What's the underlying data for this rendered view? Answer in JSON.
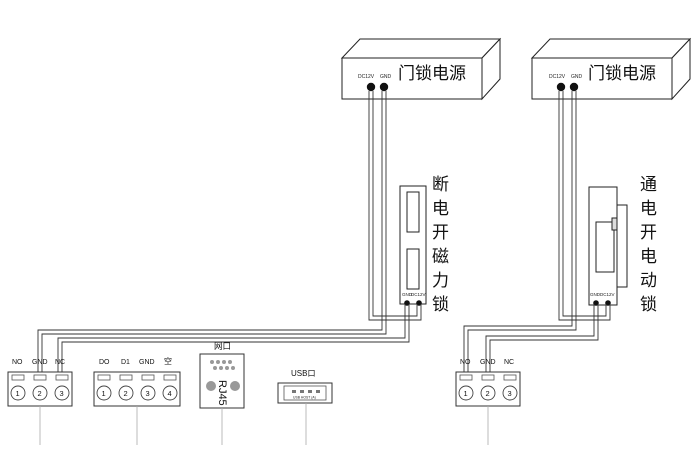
{
  "power_supply_left": {
    "title": "门锁电源",
    "pin_dc12v": "DC12V",
    "pin_gnd": "GND"
  },
  "power_supply_right": {
    "title": "门锁电源",
    "pin_dc12v": "DC12V",
    "pin_gnd": "GND"
  },
  "magnetic_lock": {
    "label_chars": [
      "断",
      "电",
      "开",
      "磁",
      "力",
      "锁"
    ],
    "pin_gnd": "GND",
    "pin_dc12v": "DC12V"
  },
  "electric_bolt_lock": {
    "label_chars": [
      "通",
      "电",
      "开",
      "电",
      "动",
      "锁"
    ],
    "pin_gnd": "GND",
    "pin_dc12v": "DC12V"
  },
  "relay_terminal_left": {
    "labels": [
      "NO",
      "GND",
      "NC"
    ],
    "numbers": [
      "1",
      "2",
      "3"
    ]
  },
  "wiegand_terminal": {
    "labels": [
      "DO",
      "D1",
      "GND",
      "空"
    ],
    "numbers": [
      "1",
      "2",
      "3",
      "4"
    ]
  },
  "network_port": {
    "label": "网口",
    "connector_text": "RJ45"
  },
  "usb_port": {
    "label": "USB口",
    "connector_text": "USB HOST (A)"
  },
  "relay_terminal_right": {
    "labels": [
      "NO",
      "GND",
      "NC"
    ],
    "numbers": [
      "1",
      "2",
      "3"
    ]
  }
}
